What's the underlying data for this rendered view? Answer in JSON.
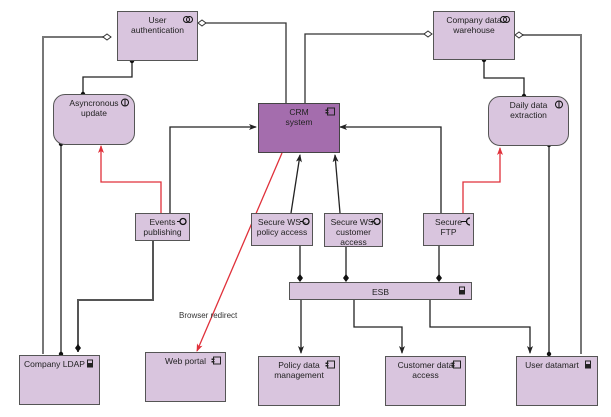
{
  "diagram": {
    "type": "application-architecture",
    "nodes": {
      "user_auth": {
        "label": "User\nauthentication",
        "kind": "application-collaboration",
        "icon": "collaboration-icon"
      },
      "company_dw": {
        "label": "Company data\nwarehouse",
        "kind": "application-collaboration",
        "icon": "collaboration-icon"
      },
      "async_update": {
        "label": "Asyncronous\nupdate",
        "kind": "application-interaction",
        "icon": "interaction-icon"
      },
      "daily_extract": {
        "label": "Daily data\nextraction",
        "kind": "application-interaction",
        "icon": "interaction-icon"
      },
      "crm": {
        "label": "CRM\nsystem",
        "kind": "application-component",
        "icon": "component-icon"
      },
      "events_pub": {
        "label": "Events\npublishing",
        "kind": "application-interface",
        "icon": "interface-provided-icon"
      },
      "secure_ws_policy": {
        "label": "Secure WS -\npolicy access",
        "kind": "application-interface",
        "icon": "interface-provided-icon"
      },
      "secure_ws_customer": {
        "label": "Secure WS-\ncustomer\naccess",
        "kind": "application-interface",
        "icon": "interface-provided-icon"
      },
      "secure_ftp": {
        "label": "Secure\nFTP",
        "kind": "application-interface",
        "icon": "interface-required-icon"
      },
      "esb": {
        "label": "ESB",
        "kind": "node",
        "icon": "device-icon"
      },
      "company_ldap": {
        "label": "Company LDAP",
        "kind": "data-store",
        "icon": "device-icon"
      },
      "web_portal": {
        "label": "Web portal",
        "kind": "application-component",
        "icon": "component-icon"
      },
      "policy_mgmt": {
        "label": "Policy data\nmanagement",
        "kind": "application-component",
        "icon": "component-icon"
      },
      "customer_access": {
        "label": "Customer data\naccess",
        "kind": "application-component",
        "icon": "component-icon"
      },
      "user_datamart": {
        "label": "User datamart",
        "kind": "data-store",
        "icon": "device-icon"
      }
    },
    "edges": [
      {
        "from": "user_auth",
        "to": "company_ldap",
        "type": "aggregation"
      },
      {
        "from": "user_auth",
        "to": "crm",
        "type": "aggregation"
      },
      {
        "from": "user_auth",
        "to": "async_update",
        "type": "composition"
      },
      {
        "from": "company_dw",
        "to": "crm",
        "type": "aggregation"
      },
      {
        "from": "company_dw",
        "to": "user_datamart",
        "type": "aggregation"
      },
      {
        "from": "company_dw",
        "to": "daily_extract",
        "type": "composition"
      },
      {
        "from": "async_update",
        "to": "company_ldap",
        "type": "composition"
      },
      {
        "from": "daily_extract",
        "to": "user_datamart",
        "type": "composition"
      },
      {
        "from": "events_pub",
        "to": "crm",
        "type": "flow"
      },
      {
        "from": "events_pub",
        "to": "async_update",
        "type": "triggering"
      },
      {
        "from": "events_pub",
        "to": "company_ldap",
        "type": "composition"
      },
      {
        "from": "secure_ws_policy",
        "to": "crm",
        "type": "flow"
      },
      {
        "from": "secure_ws_customer",
        "to": "crm",
        "type": "flow"
      },
      {
        "from": "secure_ftp",
        "to": "crm",
        "type": "flow"
      },
      {
        "from": "secure_ftp",
        "to": "daily_extract",
        "type": "triggering"
      },
      {
        "from": "secure_ws_policy",
        "to": "esb",
        "type": "composition"
      },
      {
        "from": "secure_ws_customer",
        "to": "esb",
        "type": "composition"
      },
      {
        "from": "secure_ftp",
        "to": "esb",
        "type": "composition"
      },
      {
        "from": "esb",
        "to": "policy_mgmt",
        "type": "flow"
      },
      {
        "from": "esb",
        "to": "customer_access",
        "type": "flow"
      },
      {
        "from": "esb",
        "to": "user_datamart",
        "type": "flow"
      },
      {
        "from": "crm",
        "to": "web_portal",
        "type": "triggering",
        "label": "Browser redirect"
      }
    ],
    "edge_labels": {
      "browser_redirect": "Browser redirect"
    },
    "colors": {
      "node_fill": "#d9c5de",
      "crm_fill": "#a46dad",
      "border": "#555555",
      "flow_line": "#222222",
      "structural_line": "#777777",
      "triggering_line": "#e0303a"
    }
  }
}
